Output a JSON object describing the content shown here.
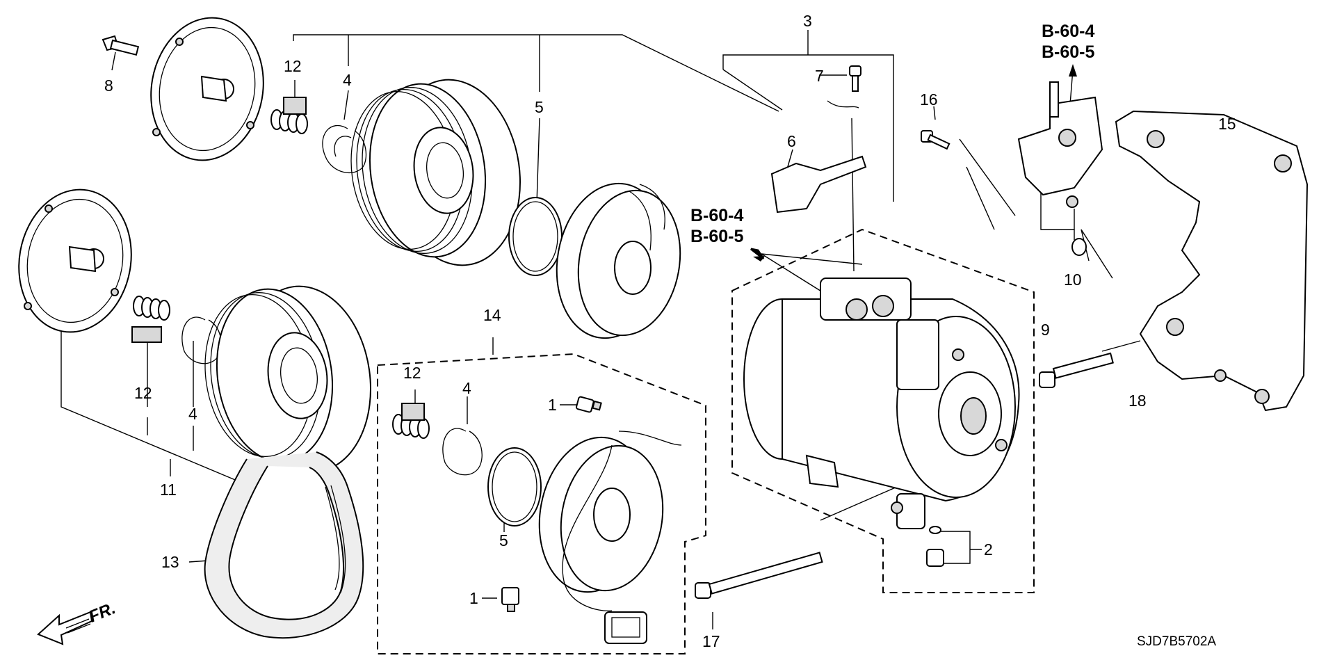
{
  "diagram": {
    "drawing_code": "SJD7B5702A",
    "direction_label": "FR.",
    "ref_codes": {
      "top_right": {
        "line1": "B-60-4",
        "line2": "B-60-5"
      },
      "center": {
        "line1": "B-60-4",
        "line2": "B-60-5"
      }
    },
    "callouts": {
      "c1_upper": "1",
      "c1_lower": "1",
      "c2": "2",
      "c3": "3",
      "c4_top": "4",
      "c4_mid": "4",
      "c4_box": "4",
      "c5_top": "5",
      "c5_box": "5",
      "c6": "6",
      "c7": "7",
      "c8": "8",
      "c9": "9",
      "c10": "10",
      "c11": "11",
      "c12_top": "12",
      "c12_mid": "12",
      "c12_box": "12",
      "c13": "13",
      "c14": "14",
      "c15": "15",
      "c16": "16",
      "c17": "17",
      "c18": "18"
    }
  }
}
